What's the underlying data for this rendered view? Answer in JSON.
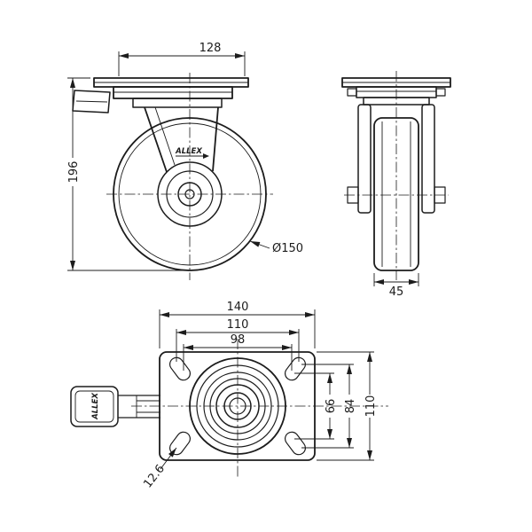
{
  "side_view": {
    "dim_top": "128",
    "dim_height": "196",
    "dim_wheel_diameter": "Ø150",
    "brand": "ALLEX"
  },
  "front_view": {
    "dim_wheel_width": "45"
  },
  "top_view": {
    "dim_plate_width": "140",
    "dim_bolt_span_h_outer": "110",
    "dim_bolt_span_h_inner": "98",
    "dim_bolt_span_v_inner": "66",
    "dim_bolt_span_v_outer": "84",
    "dim_plate_depth": "110",
    "dim_bolt_hole": "12.6",
    "brand": "ALLEX"
  },
  "colors": {
    "line": "#1c1c1c",
    "background": "#ffffff"
  }
}
